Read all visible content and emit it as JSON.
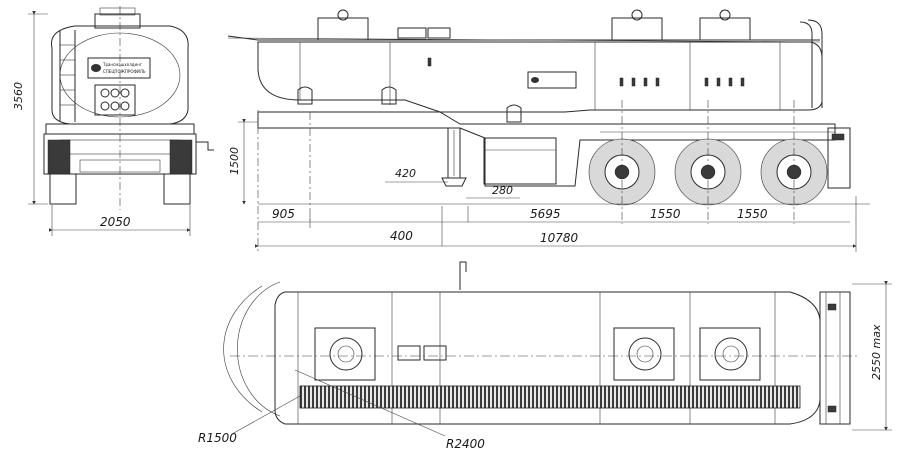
{
  "dimensions": {
    "overall_height": "3560",
    "rear_track": "2050",
    "coupling_height": "1500",
    "leg_offset_a": "420",
    "leg_offset_b": "280",
    "kingpin_to_legs": "905",
    "legs_to_axle1": "5695",
    "axle_spacing_1": "1550",
    "axle_spacing_2": "1550",
    "leg_base": "400",
    "overall_length": "10780",
    "overall_width": "2550 max",
    "front_radius": "R1500",
    "swing_radius": "R2400"
  },
  "logo": {
    "line1": "Трансмашхолдинг",
    "line2": "СПЕЦПОЖПРОФИЛЬ"
  }
}
